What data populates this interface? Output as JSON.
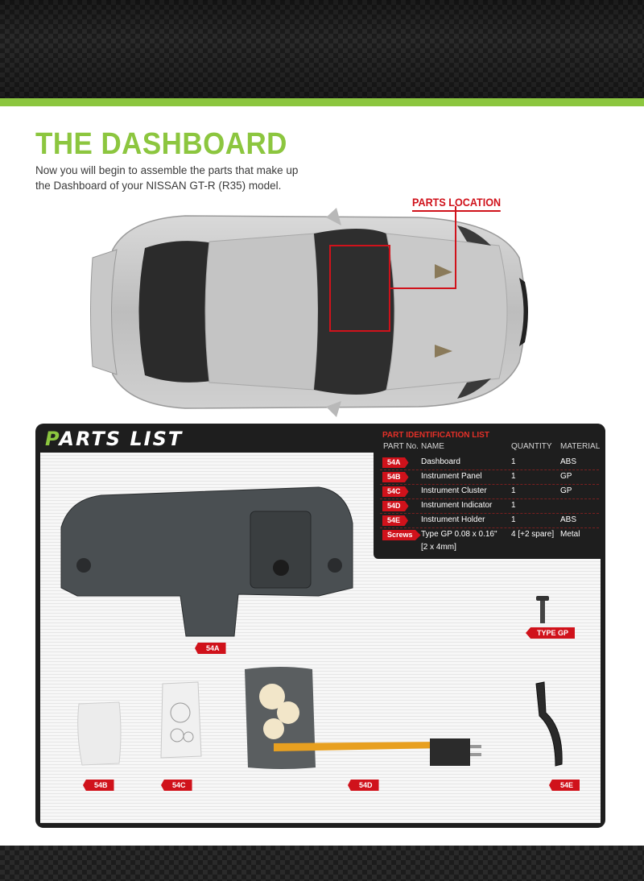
{
  "header": {
    "title": "THE DASHBOARD",
    "intro": "Now you will begin to assemble the parts that make up the Dashboard of your NISSAN GT-R (R35) model."
  },
  "parts_location": "PARTS LOCATION",
  "parts_list": {
    "title_first": "P",
    "title_rest": "ARTS LIST",
    "id_list": {
      "title": "PART IDENTIFICATION LIST",
      "headers": [
        "PART No.",
        "NAME",
        "QUANTITY",
        "MATERIAL"
      ],
      "rows": [
        {
          "part": "54A",
          "name": "Dashboard",
          "qty": "1",
          "material": "ABS"
        },
        {
          "part": "54B",
          "name": "Instrument Panel",
          "qty": "1",
          "material": "GP"
        },
        {
          "part": "54C",
          "name": "Instrument Cluster",
          "qty": "1",
          "material": "GP"
        },
        {
          "part": "54D",
          "name": "Instrument Indicator",
          "qty": "1",
          "material": ""
        },
        {
          "part": "54E",
          "name": "Instrument Holder",
          "qty": "1",
          "material": "ABS"
        },
        {
          "part": "Screws",
          "name": "Type GP  0.08 x 0.16\"",
          "name2": "[2 x 4mm]",
          "qty": "4 [+2 spare]",
          "material": "Metal"
        }
      ]
    },
    "labels": {
      "a": "54A",
      "b": "54B",
      "c": "54C",
      "d": "54D",
      "e": "54E",
      "gp": "TYPE GP"
    }
  },
  "colors": {
    "accent_green": "#8cc63f",
    "accent_red": "#d0121b",
    "panel_dark": "#1e1e1e"
  }
}
